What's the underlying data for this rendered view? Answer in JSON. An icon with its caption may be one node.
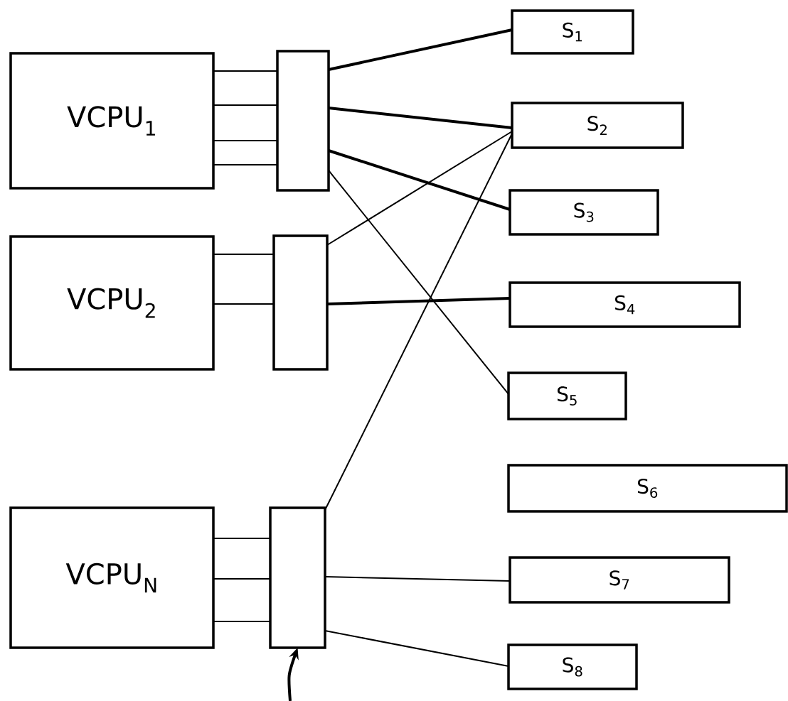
{
  "diagram": {
    "nodes": [
      {
        "text": [
          "VCPU$_{1}$"
        ]
      },
      {
        "text": [],
        "shape": "box"
      },
      {
        "text": [
          "VCPU$_{2}$"
        ]
      },
      {
        "text": [],
        "shape": "box"
      },
      {
        "text": [
          "VCPU$_{N}$"
        ]
      },
      {
        "text": [],
        "shape": "box"
      },
      {
        "text": [
          "S$_{1}$"
        ]
      },
      {
        "text": [
          "S$_{2}$"
        ]
      },
      {
        "text": [
          "S$_{3}$"
        ]
      },
      {
        "text": [
          "S$_{4}$"
        ]
      },
      {
        "text": [
          "S$_{5}$"
        ]
      },
      {
        "text": [
          "S$_{6}$"
        ]
      },
      {
        "text": [
          "S$_{7}$"
        ]
      },
      {
        "text": [
          "S$_{8}$"
        ]
      }
    ],
    "edges": [
      {
        "from": 0,
        "to": 1,
        "arrow": "none"
      },
      {
        "from": 0,
        "to": 1,
        "arrow": "none"
      },
      {
        "from": 0,
        "to": 1,
        "arrow": "none"
      },
      {
        "from": 0,
        "to": 1,
        "arrow": "none"
      },
      {
        "from": 2,
        "to": 3,
        "arrow": "none"
      },
      {
        "from": 2,
        "to": 3,
        "arrow": "none"
      },
      {
        "from": 4,
        "to": 5,
        "arrow": "none"
      },
      {
        "from": 4,
        "to": 5,
        "arrow": "none"
      },
      {
        "from": 4,
        "to": 5,
        "arrow": "none"
      },
      {
        "from": 1,
        "to": 6,
        "arrow": "none",
        "style": "thick"
      },
      {
        "from": 1,
        "to": 7,
        "arrow": "none",
        "style": "thick"
      },
      {
        "from": 1,
        "to": 8,
        "arrow": "none",
        "style": "thick"
      },
      {
        "from": 1,
        "to": 10,
        "arrow": "none"
      },
      {
        "from": 3,
        "to": 7,
        "arrow": "none"
      },
      {
        "from": 3,
        "to": 9,
        "arrow": "none",
        "style": "thick"
      },
      {
        "from": 5,
        "to": 7,
        "arrow": "none"
      },
      {
        "from": 5,
        "to": 12,
        "arrow": "none"
      },
      {
        "from": 5,
        "to": 13,
        "arrow": "none"
      },
      {
        "from": null,
        "to": 5,
        "arrow": "to",
        "style": "thick"
      }
    ]
  }
}
